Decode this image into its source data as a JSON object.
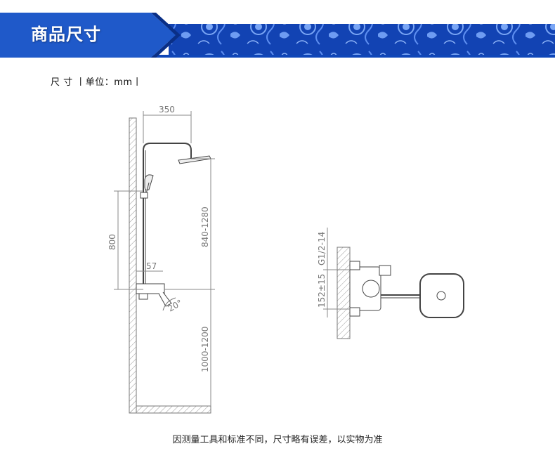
{
  "header": {
    "title": "商品尺寸",
    "colors": {
      "banner_blue": "#1f59c9",
      "banner_dark": "#0a2f86",
      "pattern": "#6e9cf2",
      "stripe": "#0f46b8"
    }
  },
  "unit_line": "尺 寸 丨单位：mm丨",
  "side_view": {
    "top_width": "350",
    "slide_bar_length": "800",
    "height_range_upper": "840-1280",
    "offset": "57",
    "angle": "20°",
    "height_range_lower": "1000-1200"
  },
  "top_view": {
    "thread": "G1/2-14",
    "spacing": "152±15"
  },
  "footnote": "因测量工具和标准不同，尺寸略有误差，以实物为准"
}
